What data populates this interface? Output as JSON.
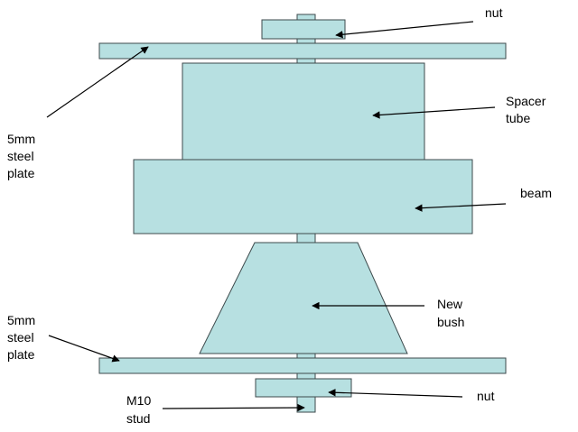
{
  "colors": {
    "part_fill": "#b7e0e1",
    "part_stroke": "#3d4a4c",
    "arrow": "#000000",
    "background": "#ffffff"
  },
  "labels": {
    "nut_top": "nut",
    "spacer_tube": [
      "Spacer",
      "tube"
    ],
    "steel_plate_top": [
      "5mm",
      "steel",
      "plate"
    ],
    "beam": "beam",
    "new_bush": [
      "New",
      "bush"
    ],
    "steel_plate_bottom": [
      "5mm",
      "steel",
      "plate"
    ],
    "nut_bottom": "nut",
    "m10_stud": [
      "M10",
      "stud"
    ]
  }
}
